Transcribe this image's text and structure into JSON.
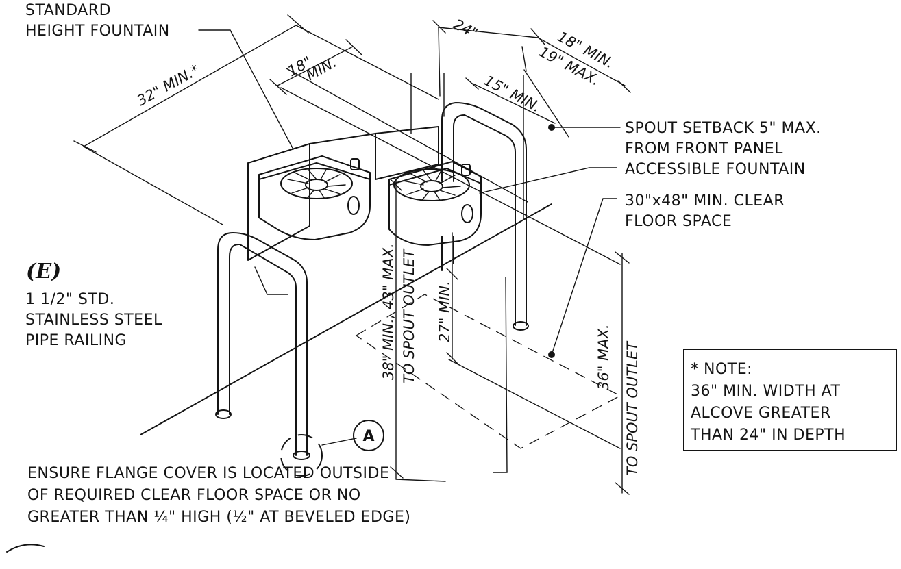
{
  "labels": {
    "standard_1": "STANDARD",
    "standard_2": "HEIGHT FOUNTAIN",
    "spout_1": "SPOUT SETBACK 5\" MAX.",
    "spout_2": "FROM FRONT PANEL",
    "accessible": "ACCESSIBLE FOUNTAIN",
    "clear_1": "30\"x48\" MIN. CLEAR",
    "clear_2": "FLOOR SPACE",
    "existing": "(E)",
    "railing_1": "1 1/2\" STD.",
    "railing_2": "STAINLESS STEEL",
    "railing_3": "PIPE RAILING",
    "flange_1": "ENSURE FLANGE COVER IS LOCATED OUTSIDE",
    "flange_2": "OF REQUIRED CLEAR FLOOR SPACE OR NO",
    "flange_3": "GREATER THAN ¼\" HIGH (½\" AT BEVELED EDGE)",
    "bubble": "A"
  },
  "dimensions": {
    "d32": "32\" MIN.*",
    "d18a": "18\"",
    "d18b": "MIN.",
    "d24": "24\"",
    "d18c": "18\" MIN.",
    "d19": "19\" MAX.",
    "d15": "15\" MIN.",
    "d38": "38\" MIN., 43\" MAX.",
    "d38b": "TO SPOUT OUTLET",
    "d27": "27\" MIN.",
    "d36": "36\" MAX.",
    "d36b": "TO SPOUT OUTLET"
  },
  "note": {
    "line1": "* NOTE:",
    "line2": "36\" MIN. WIDTH AT",
    "line3": "ALCOVE GREATER",
    "line4": "THAN 24\" IN DEPTH"
  }
}
